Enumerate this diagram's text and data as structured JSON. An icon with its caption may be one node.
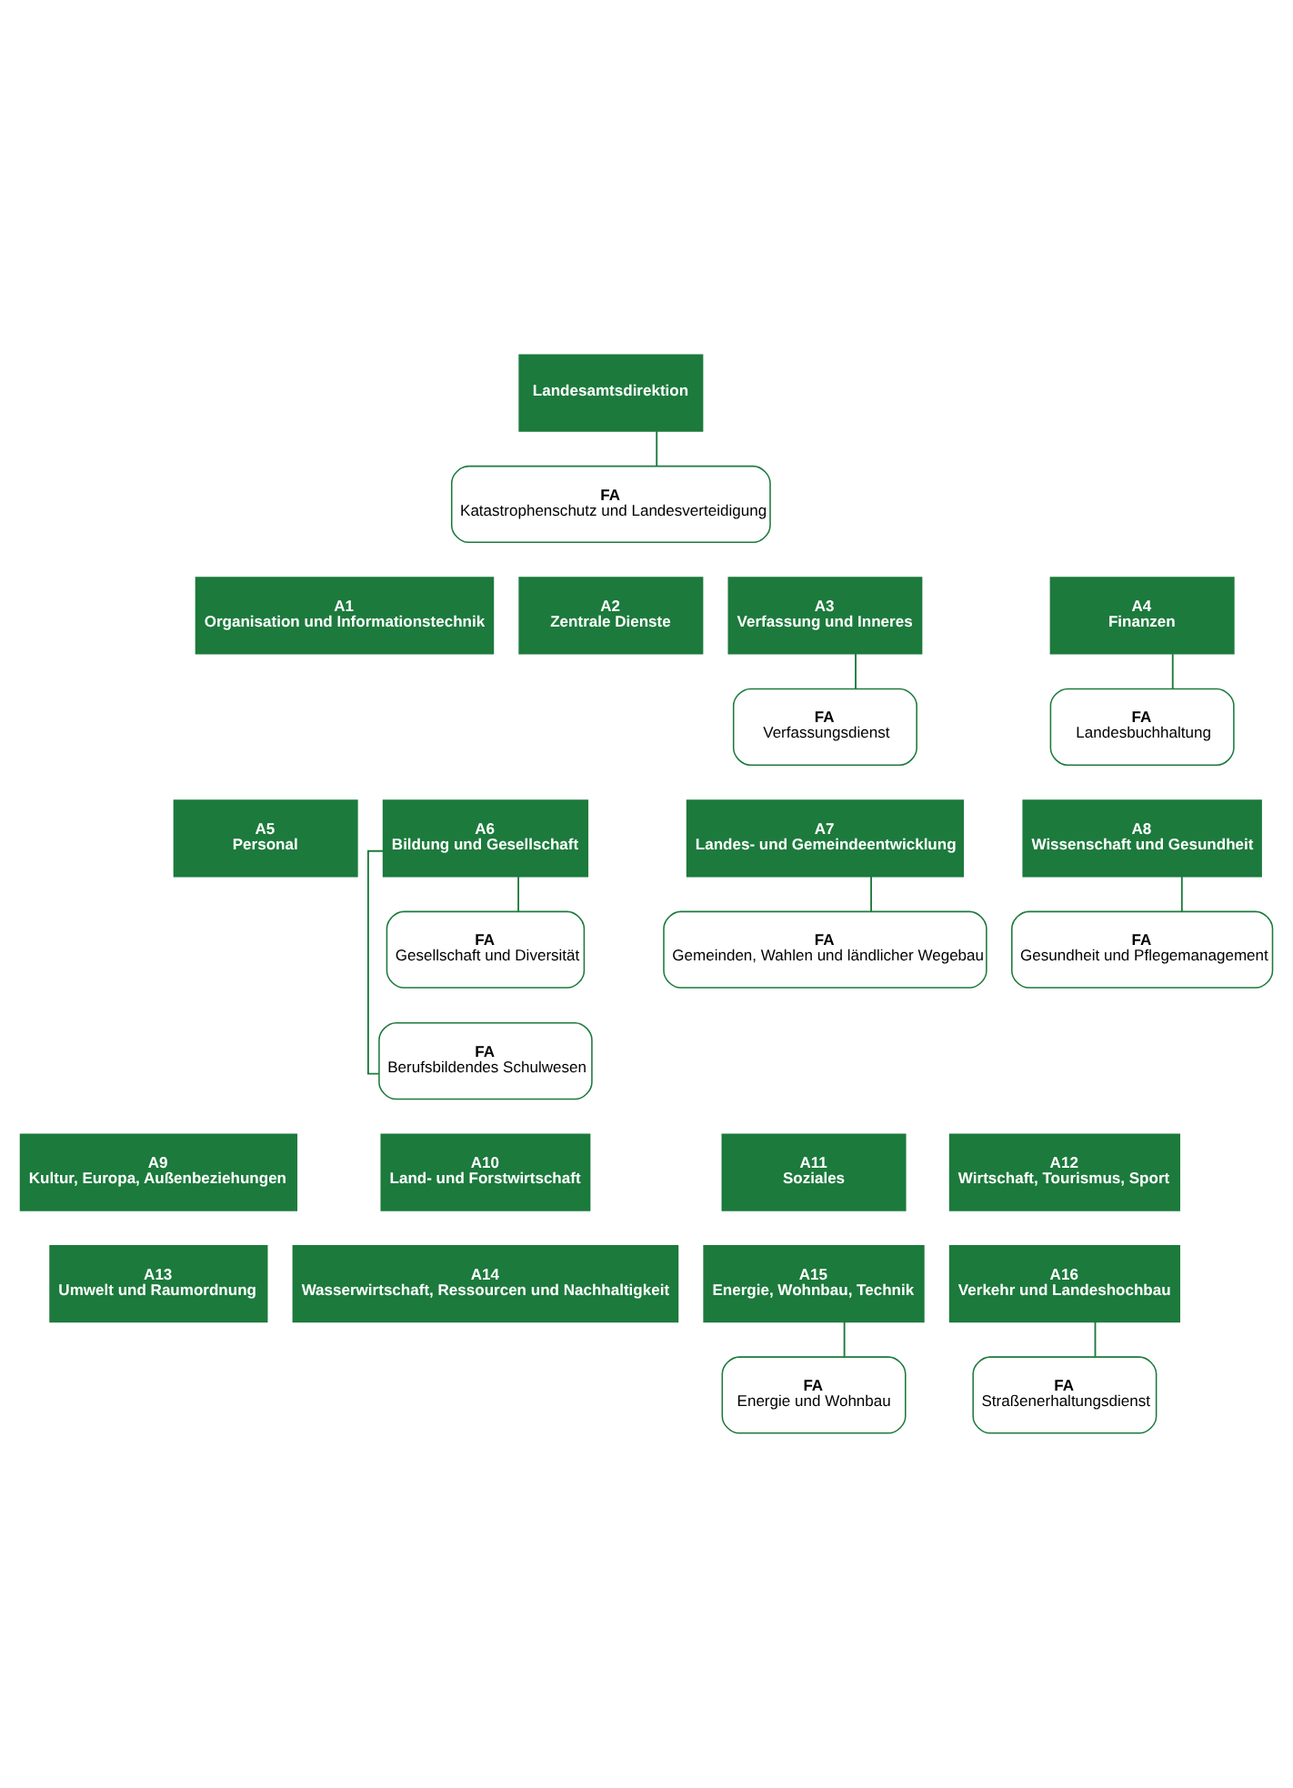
{
  "diagram": {
    "nodes": [
      {
        "text": [
          "Landesamtsdirektion"
        ]
      },
      {
        "text": [
          "FA",
          "Katastrophenschutz und Landesverteidigung"
        ]
      },
      {
        "text": [
          "A1",
          "Organisation und Informationstechnik"
        ]
      },
      {
        "text": [
          "A2",
          "Zentrale Dienste"
        ]
      },
      {
        "text": [
          "A3",
          "Verfassung und Inneres"
        ]
      },
      {
        "text": [
          "A4",
          "Finanzen"
        ]
      },
      {
        "text": [
          "FA",
          "Verfassungsdienst"
        ]
      },
      {
        "text": [
          "FA",
          "Landesbuchhaltung"
        ]
      },
      {
        "text": [
          "A5",
          "Personal"
        ]
      },
      {
        "text": [
          "A6",
          "Bildung und Gesellschaft"
        ]
      },
      {
        "text": [
          "A7",
          "Landes- und Gemeindeentwicklung"
        ]
      },
      {
        "text": [
          "A8",
          "Wissenschaft und Gesundheit"
        ]
      },
      {
        "text": [
          "FA",
          "Gesellschaft und Diversität"
        ]
      },
      {
        "text": [
          "FA",
          "Gemeinden, Wahlen und ländlicher Wegebau"
        ]
      },
      {
        "text": [
          "FA",
          "Gesundheit und Pflegemanagement"
        ]
      },
      {
        "text": [
          "FA",
          "Berufsbildendes Schulwesen"
        ]
      },
      {
        "text": [
          "A9",
          "Kultur, Europa, Außenbeziehungen"
        ]
      },
      {
        "text": [
          "A10",
          "Land- und Forstwirtschaft"
        ]
      },
      {
        "text": [
          "A11",
          "Soziales"
        ]
      },
      {
        "text": [
          "A12",
          "Wirtschaft, Tourismus, Sport"
        ]
      },
      {
        "text": [
          "A13",
          "Umwelt und Raumordnung"
        ]
      },
      {
        "text": [
          "A14",
          "Wasserwirtschaft, Ressourcen und Nachhaltigkeit"
        ]
      },
      {
        "text": [
          "A15",
          "Energie, Wohnbau, Technik"
        ]
      },
      {
        "text": [
          "A16",
          "Verkehr und Landeshochbau"
        ]
      },
      {
        "text": [
          "FA",
          "Energie und Wohnbau"
        ]
      },
      {
        "text": [
          "FA",
          "Straßenerhaltungsdienst"
        ]
      }
    ],
    "edges": [
      {
        "from": 0,
        "to": 1,
        "arrow": "none"
      },
      {
        "from": 4,
        "to": 6,
        "arrow": "none"
      },
      {
        "from": 5,
        "to": 7,
        "arrow": "none"
      },
      {
        "from": 9,
        "to": 12,
        "arrow": "none"
      },
      {
        "from": 9,
        "to": 15,
        "arrow": "none"
      },
      {
        "from": 10,
        "to": 13,
        "arrow": "none"
      },
      {
        "from": 11,
        "to": 14,
        "arrow": "none"
      },
      {
        "from": 22,
        "to": 24,
        "arrow": "none"
      },
      {
        "from": 23,
        "to": 25,
        "arrow": "none"
      }
    ]
  }
}
